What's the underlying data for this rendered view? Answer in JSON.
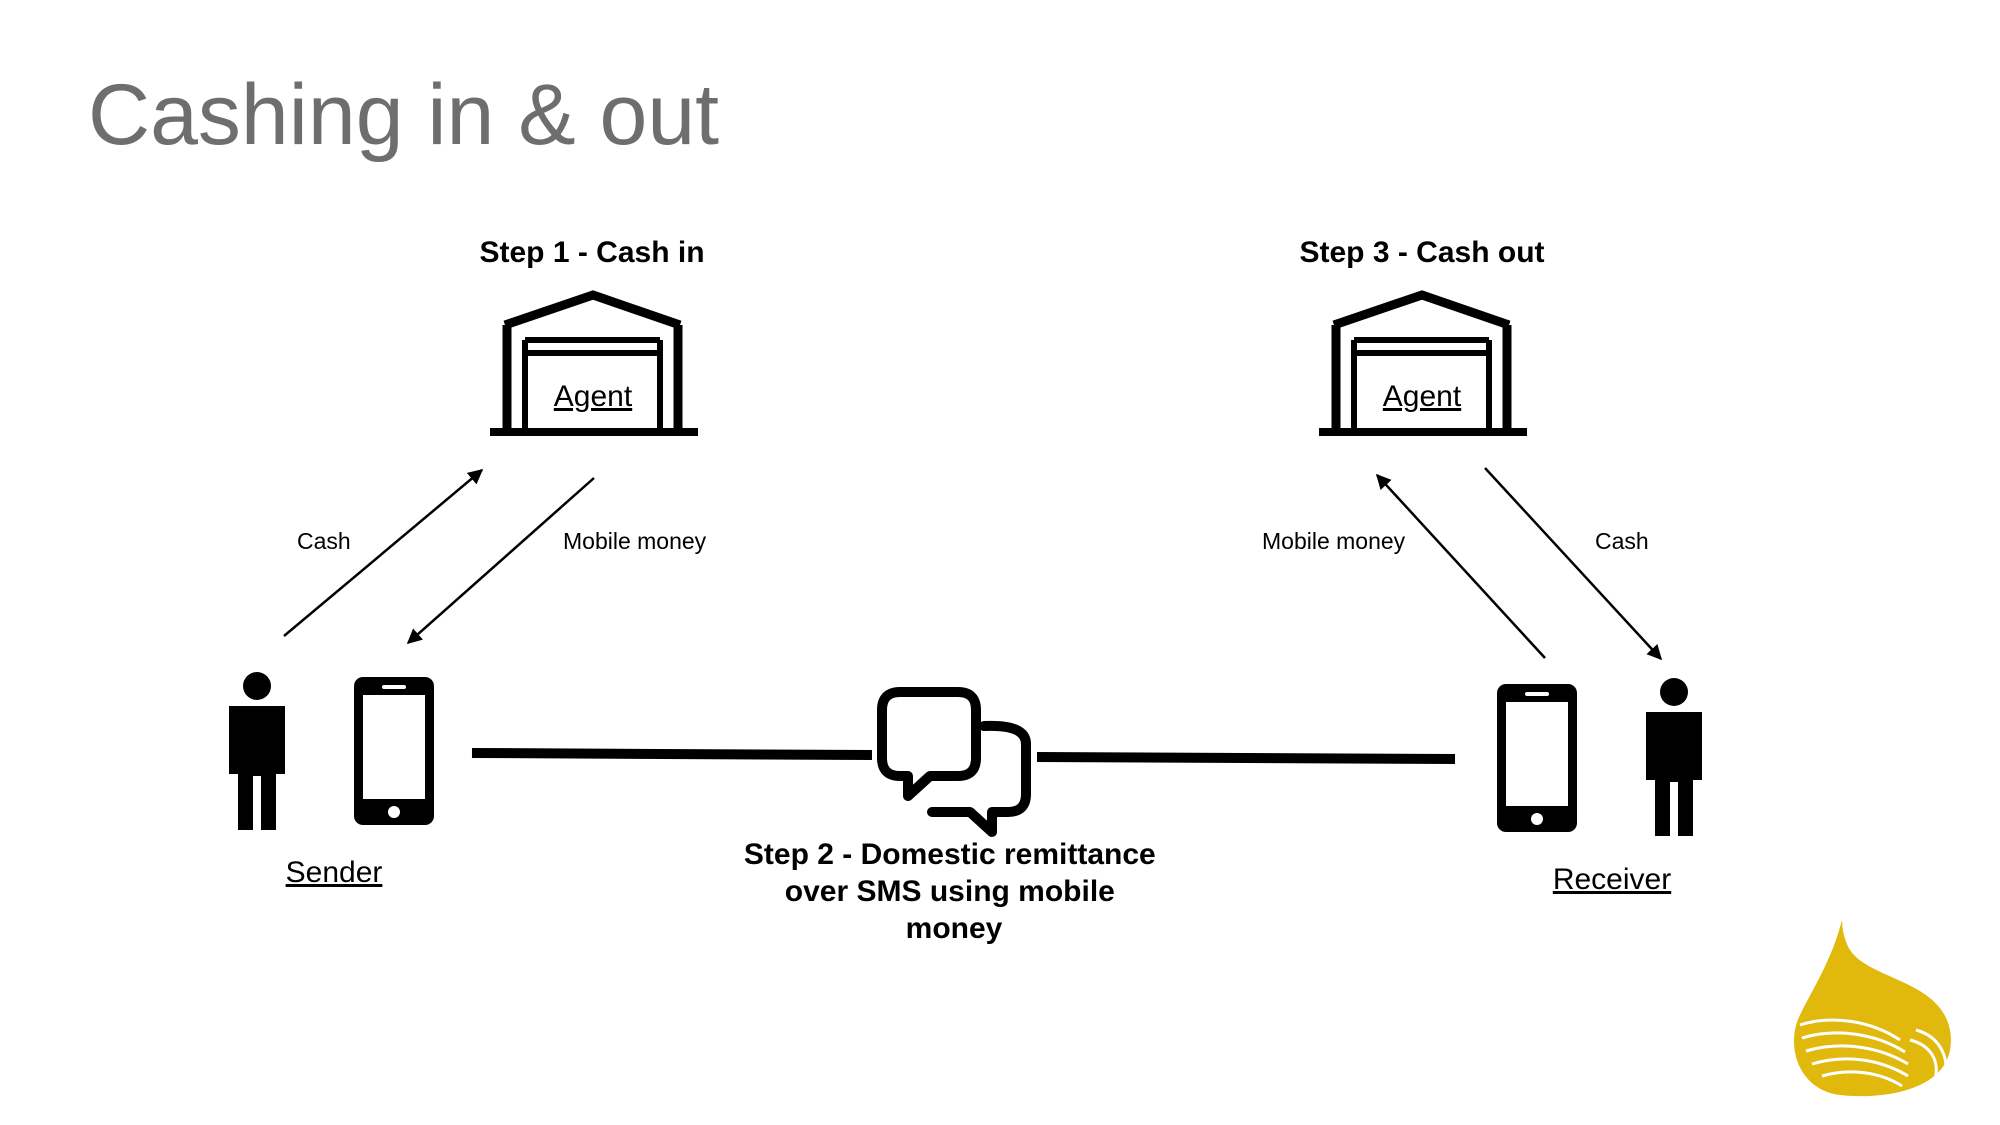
{
  "slide": {
    "title": "Cashing in & out"
  },
  "diagram": {
    "step1": {
      "label": "Step 1 - Cash in",
      "agent_label": "Agent",
      "arrow_to_agent_label": "Cash",
      "arrow_to_sender_label": "Mobile money"
    },
    "step2": {
      "lines": [
        "Step 2 - Domestic remittance",
        "over SMS using mobile",
        "money"
      ]
    },
    "step3": {
      "label": "Step 3 - Cash out",
      "agent_label": "Agent",
      "arrow_to_agent_label": "Mobile money",
      "arrow_to_receiver_label": "Cash"
    },
    "sender_label": "Sender",
    "receiver_label": "Receiver",
    "icons": [
      "building-icon",
      "person-icon",
      "phone-icon",
      "chat-bubbles-icon",
      "logo"
    ],
    "colors": {
      "title": "#6e6e6e",
      "logo": "#e1b80c"
    }
  }
}
